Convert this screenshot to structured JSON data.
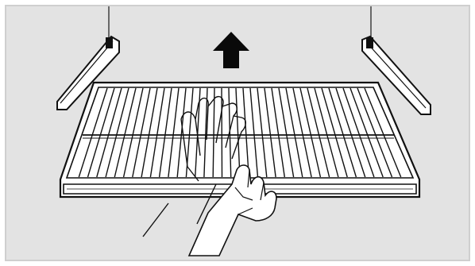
{
  "figure": {
    "background": "#e3e3e3",
    "line_color": "#111111",
    "shelf_fill": "#ffffff",
    "arrow_color": "#0a0a0a",
    "icons": [
      "up-arrow-icon",
      "wire-shelf",
      "shelf-support-left",
      "shelf-support-right",
      "hand-left",
      "hand-right"
    ]
  }
}
